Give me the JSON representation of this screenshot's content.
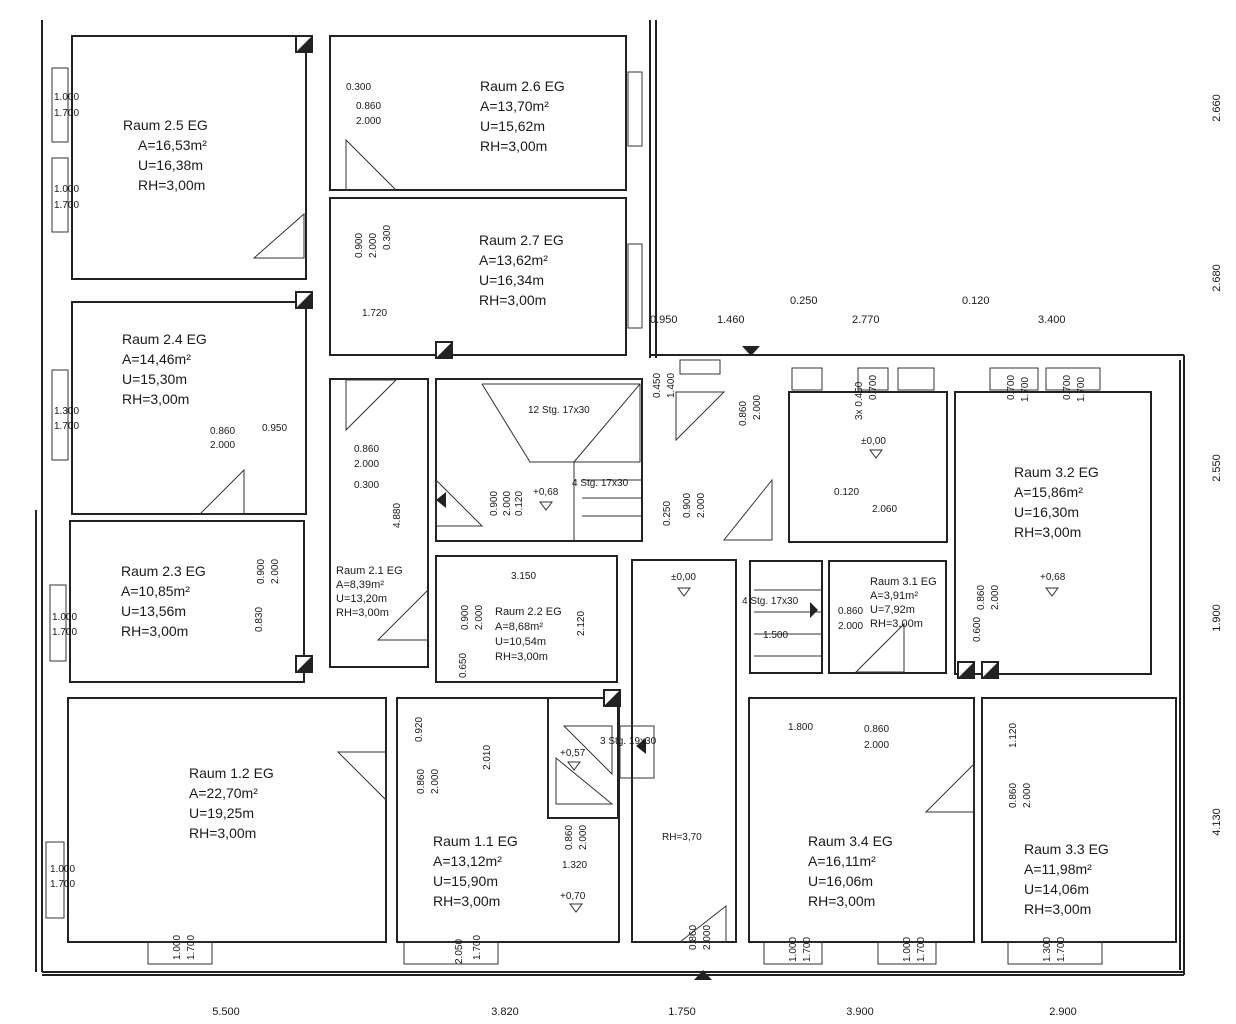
{
  "rooms": [
    {
      "name": "Raum 2.5 EG",
      "area": "A=16,53m²",
      "perimeter": "U=16,38m",
      "height": "RH=3,00m"
    },
    {
      "name": "Raum 2.6 EG",
      "area": "A=13,70m²",
      "perimeter": "U=15,62m",
      "height": "RH=3,00m"
    },
    {
      "name": "Raum 2.7 EG",
      "area": "A=13,62m²",
      "perimeter": "U=16,34m",
      "height": "RH=3,00m"
    },
    {
      "name": "Raum 2.4 EG",
      "area": "A=14,46m²",
      "perimeter": "U=15,30m",
      "height": "RH=3,00m"
    },
    {
      "name": "Raum 2.3 EG",
      "area": "A=10,85m²",
      "perimeter": "U=13,56m",
      "height": "RH=3,00m"
    },
    {
      "name": "Raum 2.1 EG",
      "area": "A=8,39m²",
      "perimeter": "U=13,20m",
      "height": "RH=3,00m"
    },
    {
      "name": "Raum 2.2 EG",
      "area": "A=8,68m²",
      "perimeter": "U=10,54m",
      "height": "RH=3,00m"
    },
    {
      "name": "Raum 1.2 EG",
      "area": "A=22,70m²",
      "perimeter": "U=19,25m",
      "height": "RH=3,00m"
    },
    {
      "name": "Raum 1.1 EG",
      "area": "A=13,12m²",
      "perimeter": "U=15,90m",
      "height": "RH=3,00m"
    },
    {
      "name": "Raum 3.2 EG",
      "area": "A=15,86m²",
      "perimeter": "U=16,30m",
      "height": "RH=3,00m"
    },
    {
      "name": "Raum 3.1 EG",
      "area": "A=3,91m²",
      "perimeter": "U=7,92m",
      "height": "RH=3,00m"
    },
    {
      "name": "Raum 3.4 EG",
      "area": "A=16,11m²",
      "perimeter": "U=16,06m",
      "height": "RH=3,00m"
    },
    {
      "name": "Raum 3.3 EG",
      "area": "A=11,98m²",
      "perimeter": "U=14,06m",
      "height": "RH=3,00m"
    }
  ],
  "bottom_dimensions": [
    "5.500",
    "3.820",
    "1.750",
    "3.900",
    "2.900"
  ],
  "right_dimensions": [
    "2.660",
    "2.680",
    "2.550",
    "1.900",
    "4.130"
  ],
  "top_dimensions": [
    "0.950",
    "1.460",
    "0.250",
    "2.770",
    "0.120",
    "3.400"
  ],
  "annotations": [
    "1.000",
    "1.700",
    "1.000",
    "1.700",
    "0.300",
    "0.860",
    "2.000",
    "0.900",
    "2.000",
    "0.300",
    "1.720",
    "1.300",
    "1.700",
    "0.860",
    "2.000",
    "0.950",
    "0.860",
    "2.000",
    "0.300",
    "4.880",
    "12 Stg. 17x30",
    "4 Stg. 17x30",
    "3 Stg. 19x30",
    "4 Stg. 17x30",
    "+0,68",
    "±0,00",
    "±0,00",
    "+0,68",
    "+0,57",
    "+0,70",
    "0.900",
    "2.000",
    "0.120",
    "0.250",
    "0.900",
    "2.000",
    "0.450",
    "1.400",
    "0.860",
    "2.000",
    "3x 0.450",
    "0.700",
    "0.700",
    "1.700",
    "0.700",
    "1.700",
    "0.120",
    "2.060",
    "1.000",
    "1.700",
    "0.900",
    "2.000",
    "0.830",
    "3.150",
    "0.900",
    "2.000",
    "2.120",
    "0.650",
    "0.860",
    "2.000",
    "1.500",
    "0.600",
    "0.860",
    "2.000",
    "0.920",
    "2.010",
    "0.860",
    "2.000",
    "0.860",
    "2.000",
    "1.320",
    "1.000",
    "1.700",
    "1.000",
    "1.700",
    "2.050",
    "1.700",
    "RH=3,70",
    "0.860",
    "2.000",
    "1.800",
    "0.860",
    "2.000",
    "1.120",
    "0.860",
    "2.000",
    "1.000",
    "1.700",
    "1.000",
    "1.700",
    "1.300",
    "1.700"
  ]
}
